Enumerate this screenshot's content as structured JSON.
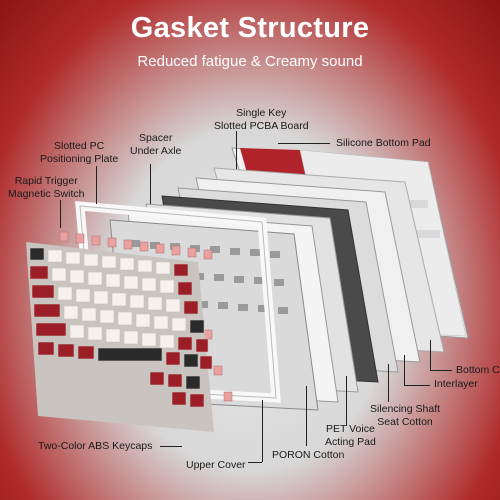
{
  "header": {
    "title": "Gasket Structure",
    "subtitle": "Reduced fatigue & Creamy sound"
  },
  "callouts": {
    "single_key_pcba": [
      "Single Key",
      "Slotted PCBA Board"
    ],
    "silicone_bottom_pad": [
      "Silicone Bottom Pad"
    ],
    "spacer_under_axle": [
      "Spacer",
      "Under Axle"
    ],
    "slotted_pc_plate": [
      "Slotted PC",
      "Positioning Plate"
    ],
    "rapid_trigger": [
      "Rapid Trigger",
      "Magnetic Switch"
    ],
    "bottom_case": [
      "Bottom Case"
    ],
    "interlayer": [
      "Interlayer"
    ],
    "silencing_shaft": [
      "Silencing Shaft",
      "Seat Cotton"
    ],
    "pet_voice": [
      "PET Voice",
      "Acting Pad"
    ],
    "poron_cotton": [
      "PORON Cotton"
    ],
    "upper_cover": [
      "Upper Cover"
    ],
    "keycaps": [
      "Two-Color ABS Keycaps"
    ]
  },
  "colors": {
    "accent_red": "#b0262b",
    "keycap_red": "#9c1e26",
    "keycap_white": "#f4f1ee",
    "keycap_black": "#2a2a2a",
    "switch_pink": "#e8a0a0"
  }
}
